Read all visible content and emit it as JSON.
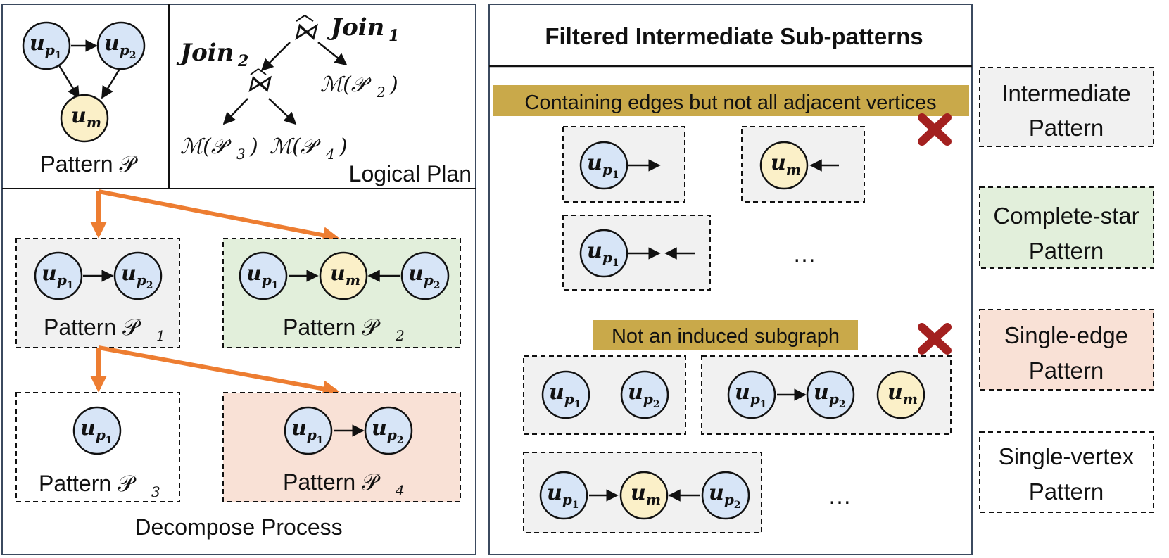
{
  "colors": {
    "vertex_blue": "#d7e5f7",
    "vertex_yellow": "#fbf0c8",
    "vertex_stroke": "#111111",
    "box_gray": "#f1f1f1",
    "box_green": "#e2efdb",
    "box_orange": "#f9e1d6",
    "panel_border": "#3b4a5f",
    "orange_arrow": "#ed7d31",
    "highlight": "#c9a94a",
    "cross_red": "#a3201f"
  },
  "left_panel": {
    "pattern_caption": "Pattern 𝒫",
    "logical_plan": {
      "join1_label": "Join",
      "join1_sub": "1",
      "join2_label": "Join",
      "join2_sub": "2",
      "join_symbol": "⋈",
      "leaf_p2": "ℳ(𝒫",
      "leaf_p2_sub": "2",
      "leaf_p3": "ℳ(𝒫",
      "leaf_p3_sub": "3",
      "leaf_p4": "ℳ(𝒫",
      "leaf_p4_sub": "4",
      "close_paren": ")",
      "caption": "Logical Plan"
    },
    "decompose": {
      "p1_caption": "Pattern 𝒫",
      "p1_sub": "1",
      "p2_caption": "Pattern 𝒫",
      "p2_sub": "2",
      "p3_caption": "Pattern 𝒫",
      "p3_sub": "3",
      "p4_caption": "Pattern 𝒫",
      "p4_sub": "4",
      "caption": "Decompose Process"
    }
  },
  "vertices": {
    "up1": {
      "main": "u",
      "sub": "p",
      "subsub": "1"
    },
    "up2": {
      "main": "u",
      "sub": "p",
      "subsub": "2"
    },
    "um": {
      "main": "u",
      "sub": "m",
      "subsub": ""
    }
  },
  "right_panel": {
    "title": "Filtered Intermediate Sub-patterns",
    "section1_label": "Containing edges but not all adjacent vertices",
    "section2_label": "Not an induced subgraph",
    "ellipsis1": "…",
    "ellipsis2": "…"
  },
  "legend": [
    {
      "line1": "Intermediate",
      "line2": "Pattern",
      "fill": "#f1f1f1"
    },
    {
      "line1": "Complete-star",
      "line2": "Pattern",
      "fill": "#e2efdb"
    },
    {
      "line1": "Single-edge",
      "line2": "Pattern",
      "fill": "#f9e1d6"
    },
    {
      "line1": "Single-vertex",
      "line2": "Pattern",
      "fill": "#ffffff"
    }
  ]
}
